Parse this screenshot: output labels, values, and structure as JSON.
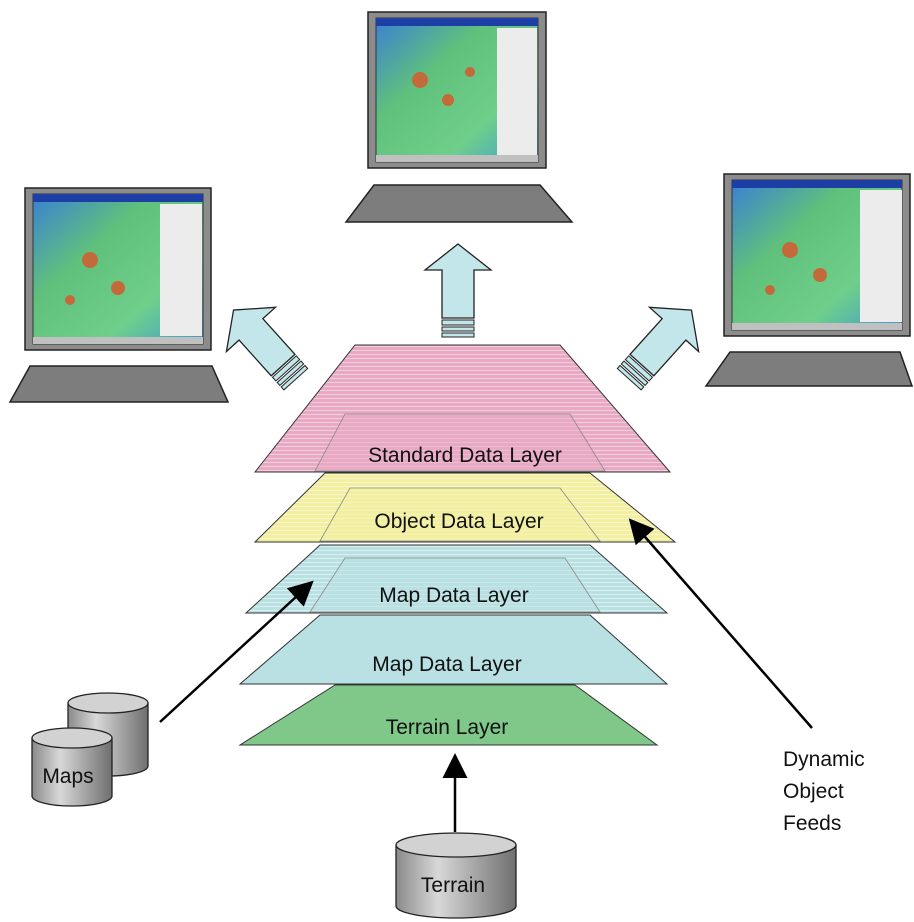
{
  "layers": {
    "standard": "Standard Data Layer",
    "object": "Object Data Layer",
    "map_upper": "Map Data Layer",
    "map_lower": "Map Data Layer",
    "terrain": "Terrain Layer"
  },
  "sources": {
    "maps": "Maps",
    "terrain": "Terrain"
  },
  "feeds": {
    "line1": "Dynamic",
    "line2": "Object",
    "line3": "Feeds"
  },
  "colors": {
    "standard_layer": "#e8a9c4",
    "object_layer": "#f2f0a0",
    "map_layer": "#b9e0e2",
    "terrain_layer": "#7fc88a",
    "arrow_fill": "#c3e6ea",
    "monitor_frame": "#8c8c8c",
    "monitor_base": "#7d7d7d",
    "cylinder": "#a8a8a8"
  },
  "icons": {
    "monitors": "computer-monitor-icon",
    "databases": "database-cylinder-icon",
    "arrows": "up-arrow-icon"
  }
}
